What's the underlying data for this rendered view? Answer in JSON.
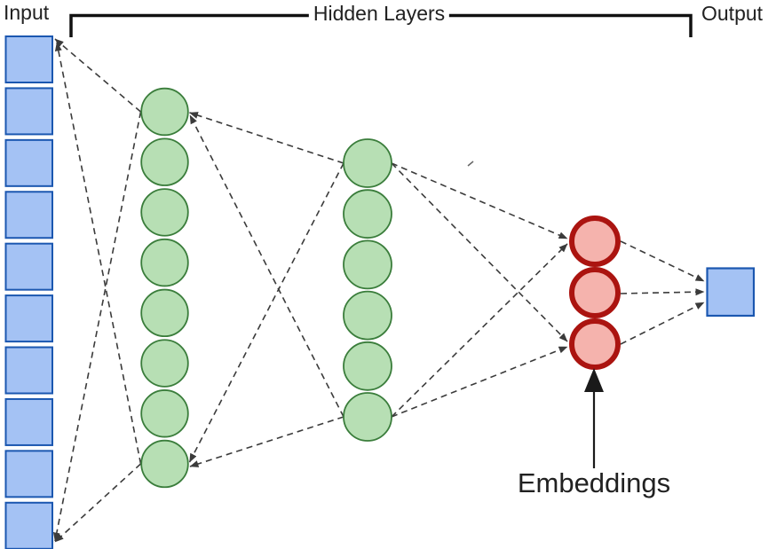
{
  "labels": {
    "input": "Input",
    "hidden_layers": "Hidden Layers",
    "output": "Output",
    "embeddings": "Embeddings"
  },
  "colors": {
    "input_fill": "#a4c2f4",
    "input_border": "#1b57b0",
    "hidden_fill": "#b7dfb4",
    "hidden_border": "#3a7d3b",
    "embedding_fill": "#f5b3ad",
    "embedding_border": "#ab1410",
    "output_fill": "#a4c2f4",
    "output_border": "#1b57b0",
    "connector": "#3b3b3b",
    "bracket": "#111111",
    "text": "#212121"
  },
  "network": {
    "input_node_count": 10,
    "hidden_layer_node_counts": [
      8,
      6
    ],
    "embedding_node_count": 3,
    "output_node_count": 1
  }
}
